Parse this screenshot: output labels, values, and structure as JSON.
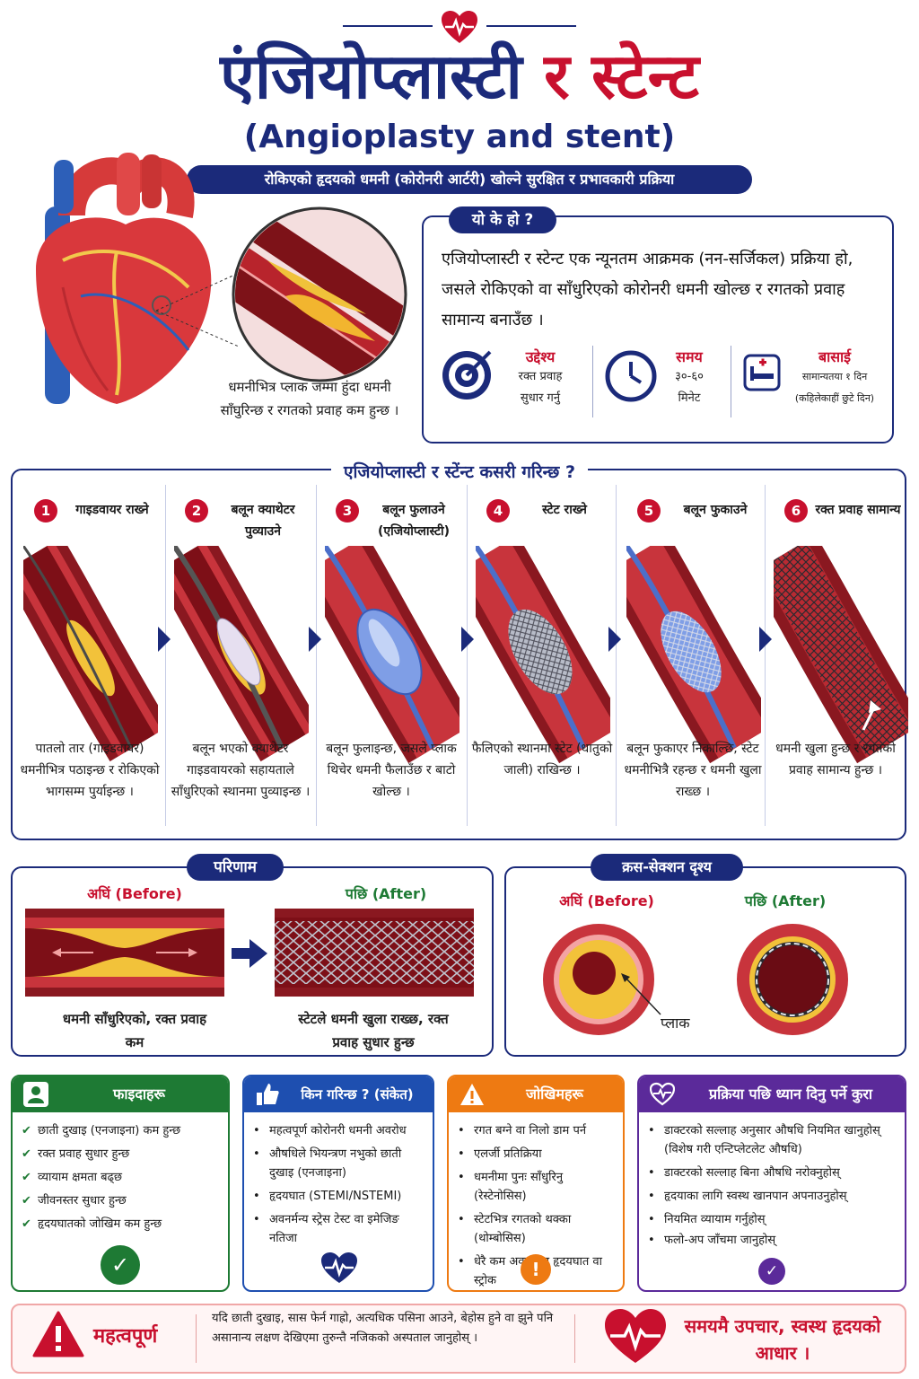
{
  "header": {
    "title_blue": "एंजियोप्लास्टी",
    "title_red": "र स्टेन्ट",
    "subtitle": "(Angioplasty and stent)",
    "tagline": "रोकिएको हृदयको धमनी (कोरोनरी आर्टरी) खोल्ने सुरक्षित र प्रभावकारी प्रक्रिया"
  },
  "heart": {
    "caption": "धमनीभित्र प्लाक जम्मा हुंदा धमनी साँघुरिन्छ र रगतको प्रवाह कम हुन्छ ।"
  },
  "what": {
    "heading": "यो के हो ?",
    "text": "एजियोप्लास्टी र स्टेन्ट एक न्यूनतम आक्रमक (नन-सर्जिकल) प्रक्रिया हो, जसले रोकिएको वा साँधुरिएको कोरोनरी धमनी खोल्छ र रगतको प्रवाह सामान्य बनाउँछ ।",
    "stats": [
      {
        "label": "उद्देश्य",
        "line1": "रक्त प्रवाह",
        "line2": "सुधार गर्नु",
        "icon": "target-icon"
      },
      {
        "label": "समय",
        "line1": "३०-६०",
        "line2": "मिनेट",
        "icon": "clock-icon"
      },
      {
        "label": "बासाई",
        "line1": "सामान्यतया १ दिन",
        "line2": "(कहिलेकाहीं छुटे दिन)",
        "icon": "hospital-bed-icon"
      }
    ]
  },
  "steps": {
    "heading": "एजियोप्लास्टी र स्टेंन्ट कसरी गरिन्छ ?",
    "items": [
      {
        "num": "1",
        "label": "गाइडवायर राख्ने",
        "desc": "पातलो तार (गाइडवायर) धमनीभित्र पठाइन्छ र रोकिएको भागसम्म पुर्याइन्छ ।"
      },
      {
        "num": "2",
        "label": "बलून क्याथेटर पुव्याउने",
        "desc": "बलून भएको क्याथेटर गाइडवायरको सहायताले साँधुरिएको स्थानमा पुव्याइन्छ ।"
      },
      {
        "num": "3",
        "label": "बलून फुलाउने (एजियोप्लास्टी)",
        "desc": "बलून फुलाइन्छ, जसले प्लाक थिचेर धमनी फैलाउँछ र बाटो खोल्छ ।"
      },
      {
        "num": "4",
        "label": "स्टेट राख्ने",
        "desc": "फैलिएको स्थानमा स्टेट (धातुको जाली) राखिन्छ ।"
      },
      {
        "num": "5",
        "label": "बलून फुकाउने",
        "desc": "बलून फुकाएर निकाल्छि, स्टेट धमनीभित्रै रहन्छ र धमनी खुला राख्छ ।"
      },
      {
        "num": "6",
        "label": "रक्त प्रवाह सामान्य",
        "desc": "धमनी खुला हुन्छ र रगतको प्रवाह सामान्य हुन्छ ।"
      }
    ]
  },
  "results": {
    "heading": "परिणाम",
    "before_label": "अघिं (Before)",
    "after_label": "पछि (After)",
    "before_caption": "धमनी साँधुरिएको, रक्त प्रवाह कम",
    "after_caption": "स्टेटले धमनी खुला राख्छ, रक्त प्रवाह सुधार हुन्छ"
  },
  "cross_section": {
    "heading": "क्रस-सेक्शन दृश्य",
    "before_label": "अघिं (Before)",
    "after_label": "पछि (After)",
    "plaque_label": "प्लाक"
  },
  "benefits": {
    "heading": "फाइदाहरू",
    "color": "#1e7a34",
    "items": [
      "छाती दुखाइ (एनजाइना) कम हुन्छ",
      "रक्त प्रवाह सुधार हुन्छ",
      "व्यायाम क्षमता बढ्छ",
      "जीवनस्तर सुधार हुन्छ",
      "हृदयघातको जोखिम कम हुन्छ"
    ]
  },
  "indications": {
    "heading": "किन गरिन्छ ? (संकेत)",
    "color": "#1e4fb0",
    "items": [
      "महत्वपूर्ण कोरोनरी धमनी अवरोध",
      "औषधिले भियन्त्रण नभुको छाती दुखाइ (एनजाइना)",
      "हृदयघात (STEMI/NSTEMI)",
      "अवनर्मन्य स्ट्रेस टेस्ट वा इमेजिङ नतिजा"
    ]
  },
  "risks": {
    "heading": "जोखिमहरू",
    "color": "#ee7a12",
    "items": [
      "रगत बग्ने वा निलो डाम पर्न",
      "एलर्जी प्रतिक्रिया",
      "धमनीमा पुनः साँधुरिनु (रेस्टेनोसिस)",
      "स्टेटभित्र रगतको थक्का (थोम्बोसिस)",
      "धेरै कम अवस्थामा हृदयघात वा स्ट्रोक"
    ]
  },
  "aftercare": {
    "heading": "प्रक्रिया पछि ध्यान दिनु पर्ने कुरा",
    "color": "#5b2a9a",
    "items": [
      "डाक्टरको सल्लाह अनुसार औषधि नियमित खानुहोस् (विशेष गरी एन्टिप्लेटलेट औषधि)",
      "डाक्टरको सल्लाह बिना औषधि नरोक्नुहोस्",
      "हृदयाका लागि स्वस्थ खानपान अपनाउनुहोस्",
      "नियमित व्यायाम गर्नुहोस्",
      "फलो-अप जाँचमा जानुहोस्"
    ]
  },
  "important": {
    "title": "महत्वपूर्ण",
    "text": "यदि छाती दुखाइ, सास फेर्न गाह्रो, अत्यधिक पसिना आउने, बेहोस हुने वा झुने पनि असानान्य लक्षण देखिएमा तुरुन्तै नजिकको अस्पताल जानुहोस् ।",
    "slogan": "समयमै उपचार, स्वस्थ हृदयको आधार ।"
  }
}
